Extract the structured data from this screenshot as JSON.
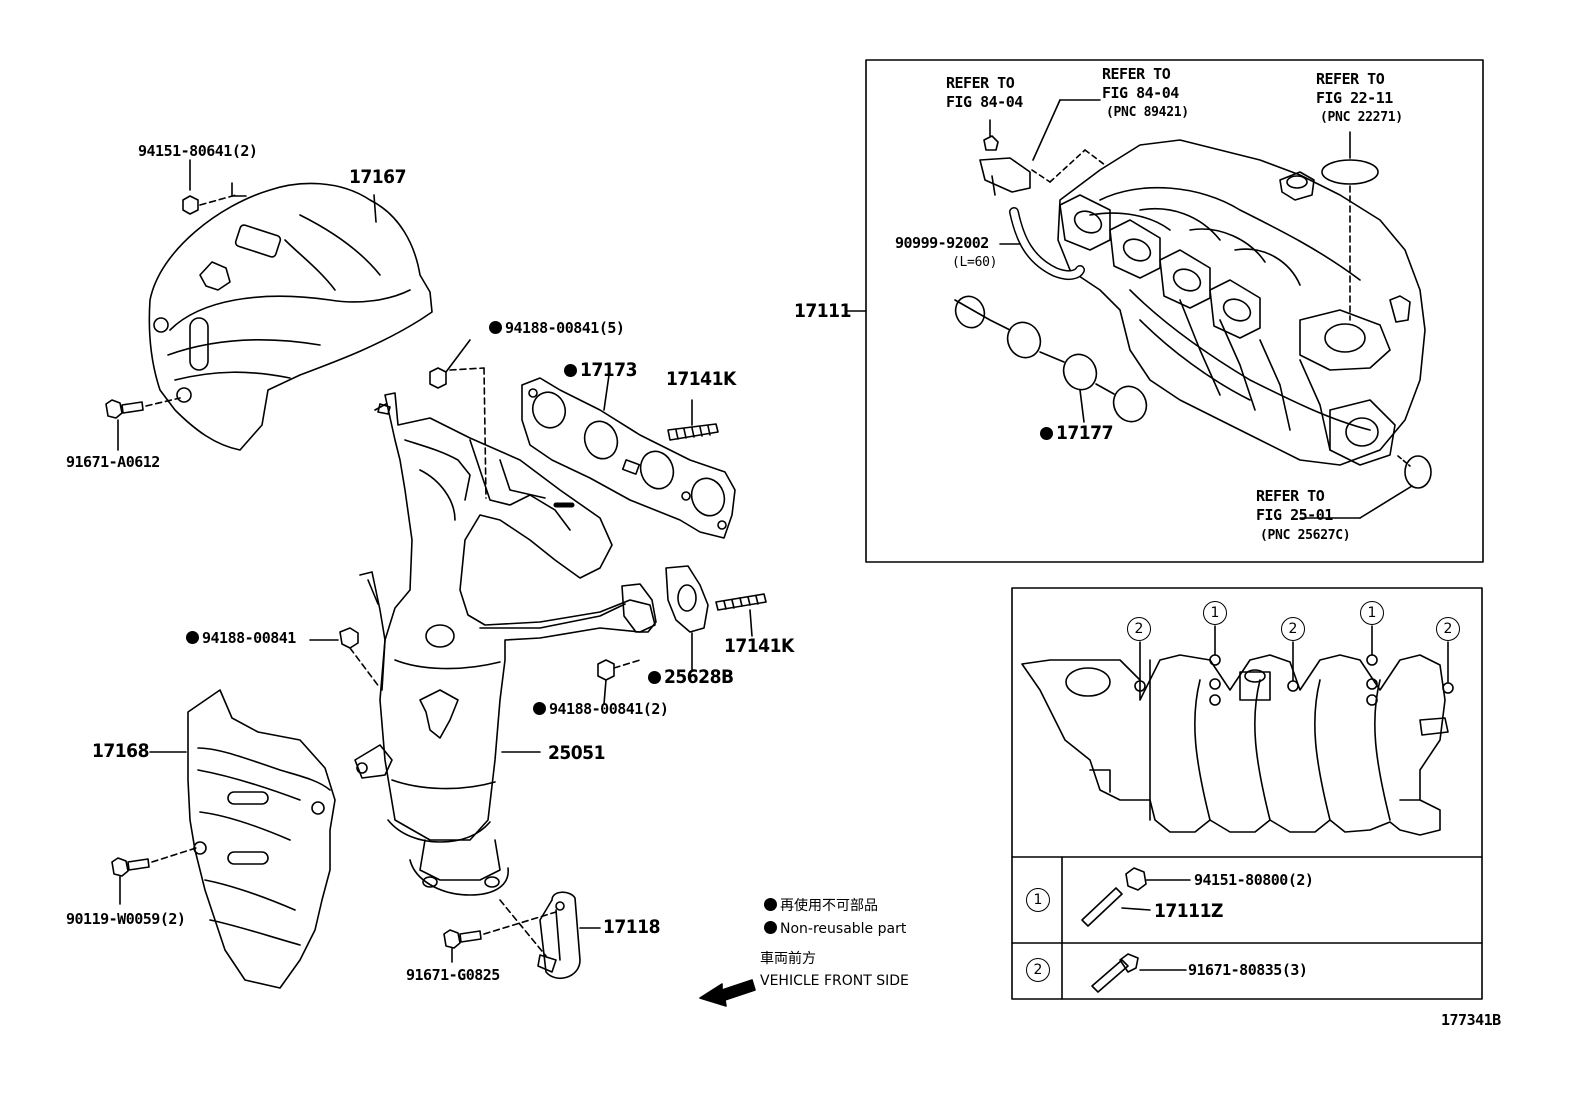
{
  "labels": {
    "p17167": "17167",
    "p94151_80641": "94151-80641(2)",
    "p91671_a0612": "91671-A0612",
    "p94188_00841_5": "94188-00841(5)",
    "p17173": "17173",
    "p17141k_top": "17141K",
    "p17141k_bot": "17141K",
    "p94188_00841": "94188-00841",
    "p25628b": "25628B",
    "p94188_00841_2": "94188-00841(2)",
    "p25051": "25051",
    "p17168": "17168",
    "p90119_w0059": "90119-W0059(2)",
    "p91671_g0825": "91671-G0825",
    "p17118": "17118",
    "p17111": "17111",
    "p90999_92002": "90999-92002",
    "p90999_len": "(L=60)",
    "p17177": "17177",
    "p17111z": "17111Z",
    "p94151_80800": "94151-80800(2)",
    "p91671_80835": "91671-80835(3)",
    "fig_id": "177341B"
  },
  "refs": {
    "r1_line1": "REFER TO",
    "r1_line2": "FIG 84-04",
    "r2_line1": "REFER TO",
    "r2_line2": "FIG 84-04",
    "r2_pnc": "(PNC 89421)",
    "r3_line1": "REFER TO",
    "r3_line2": "FIG 22-11",
    "r3_pnc": "(PNC 22271)",
    "r4_line1": "REFER TO",
    "r4_line2": "FIG 25-01",
    "r4_pnc": "(PNC 25627C)"
  },
  "legend": {
    "jp_nonreusable": "再使用不可部品",
    "en_nonreusable": "Non-reusable part",
    "jp_front": "車両前方",
    "en_front": "VEHICLE FRONT SIDE"
  },
  "callouts": {
    "one": "1",
    "two": "2"
  },
  "colors": {
    "ink": "#000000",
    "background": "#ffffff"
  }
}
